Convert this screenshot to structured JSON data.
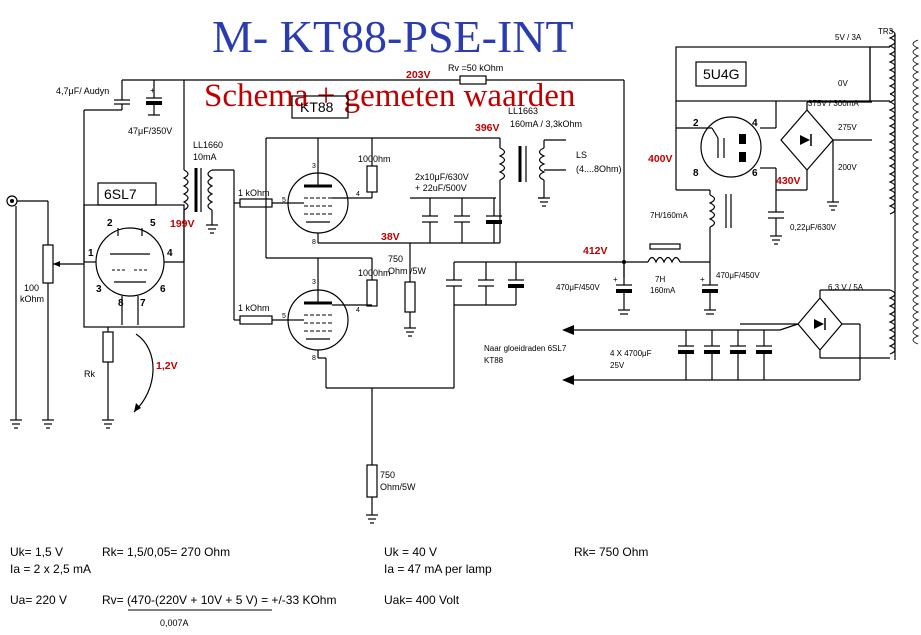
{
  "title": {
    "main": "M- KT88-PSE-INT",
    "sub": "Schema + gemeten waarden",
    "main_color": "#2a3cb0",
    "sub_color": "#c00000"
  },
  "tubes": {
    "input": "6SL7",
    "output": "KT88",
    "rectifier": "5U4G"
  },
  "pins": {
    "p1": "1",
    "p2": "2",
    "p3": "3",
    "p4": "4",
    "p5": "5",
    "p6": "6",
    "p7": "7",
    "p8": "8"
  },
  "labels": {
    "cap_coupling": "4,7μF/ Audyn",
    "cap_filter": "47μF/350V",
    "rv": "Rv =50 kOhm",
    "ll1660": "LL1660",
    "ll1660_cur": "10mA",
    "ll1663": "LL1663",
    "ll1663_spec": "160mA / 3,3kOhm",
    "ls": "LS",
    "ls_imp": "(4....8Ohm)",
    "r_100": "1000hm",
    "r_1k": "1 kOhm",
    "cap_bank": "2x10μF/630V",
    "cap_bank2": "+ 22uF/500V",
    "r_750": "750",
    "r_750b": "Ohm /5W",
    "r_750_bot": "750",
    "r_750_bot2": "Ohm/5W",
    "pot": "100",
    "pot2": "kOhm",
    "rk": "Rk",
    "choke1": "7H/160mA",
    "choke2a": "7H",
    "choke2b": "160mA",
    "cap_470a": "470μF/450V",
    "cap_470b": "470μF/450V",
    "cap_022": "0,22μF/630V",
    "tr3": "TR3",
    "sec_5v": "5V / 3A",
    "sec_0v": "0V",
    "sec_375": "375V / 300mA",
    "sec_275": "275V",
    "sec_200": "200V",
    "sec_63": "6,3 V / 5A",
    "heater1": "Naar gloeidraden 6SL7",
    "heater2": "KT88",
    "caps_4700": "4 X 4700μF",
    "caps_25": "25V"
  },
  "voltages": {
    "v203": "203V",
    "v396": "396V",
    "v199": "199V",
    "v38": "38V",
    "v412": "412V",
    "v400": "400V",
    "v430": "430V",
    "v12": "1,2V"
  },
  "formulas": {
    "uk1": "Uk=  1,5 V",
    "ia1": "Ia  = 2 x 2,5 mA",
    "rk1": "Rk= 1,5/0,05= 270 Ohm",
    "ua": "Ua= 220 V",
    "rv": "Rv= (470-(220V + 10V + 5 V)  = +/-33 KOhm",
    "rv_den": "0,007A",
    "uk2": "Uk =  40 V",
    "ia2": "Ia   = 47 mA per lamp",
    "rk2": "Rk= 750 Ohm",
    "uak": "Uak= 400 Volt"
  }
}
